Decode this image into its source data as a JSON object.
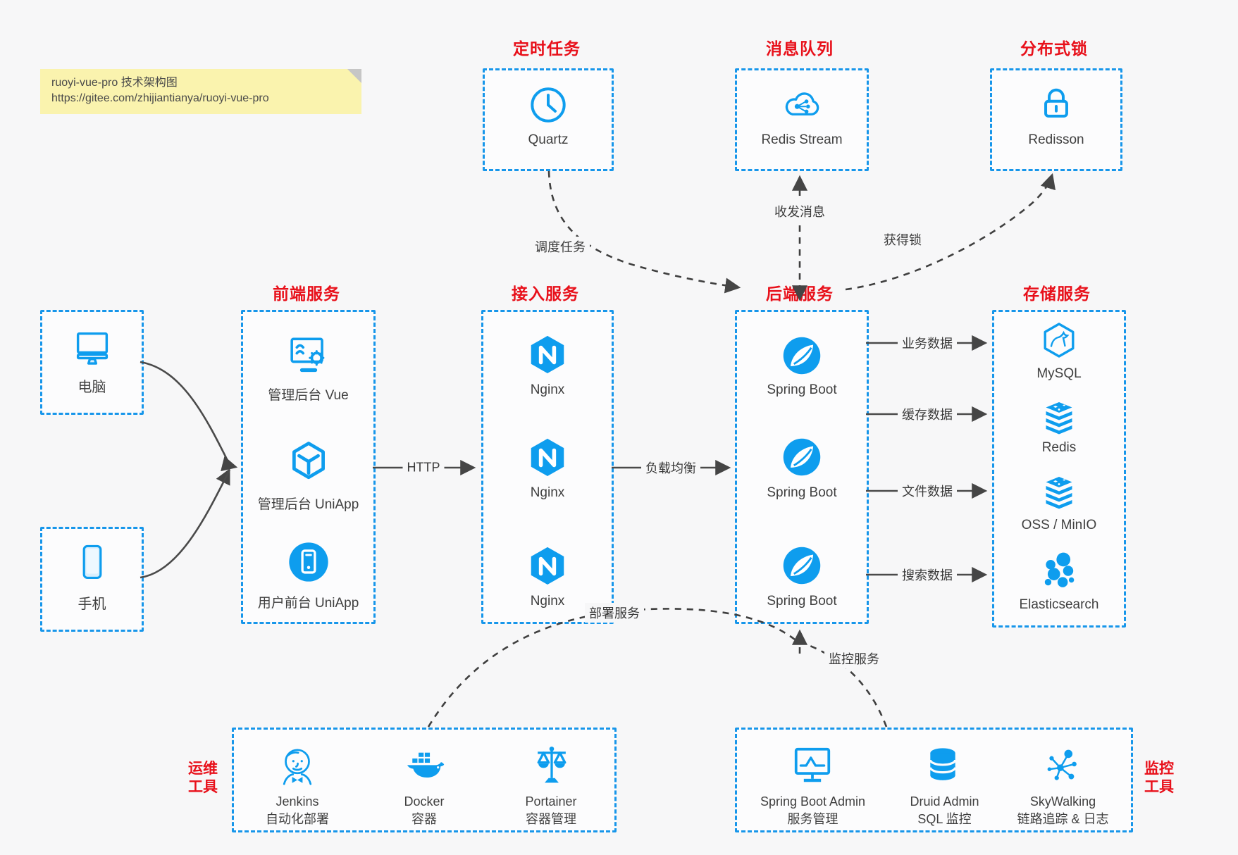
{
  "note": {
    "line1": "ruoyi-vue-pro 技术架构图",
    "line2": "https://gitee.com/zhijiantianya/ruoyi-vue-pro"
  },
  "colors": {
    "box_border_blue": "#1796ea",
    "icon_blue": "#0e9dee",
    "heading_red": "#e8101a",
    "connector_dark": "#454545",
    "note_yellow": "#faf3ae",
    "background": "#f7f7f8"
  },
  "clients": {
    "computer_label": "电脑",
    "phone_label": "手机"
  },
  "groups": {
    "scheduler": {
      "title": "定时任务",
      "item": "Quartz"
    },
    "queue": {
      "title": "消息队列",
      "item": "Redis Stream"
    },
    "lock": {
      "title": "分布式锁",
      "item": "Redisson"
    },
    "frontend": {
      "title": "前端服务",
      "items": [
        "管理后台 Vue",
        "管理后台 UniApp",
        "用户前台 UniApp"
      ]
    },
    "gateway": {
      "title": "接入服务",
      "items": [
        "Nginx",
        "Nginx",
        "Nginx"
      ]
    },
    "backend": {
      "title": "后端服务",
      "items": [
        "Spring Boot",
        "Spring Boot",
        "Spring Boot"
      ]
    },
    "storage": {
      "title": "存储服务",
      "items": [
        "MySQL",
        "Redis",
        "OSS / MinIO",
        "Elasticsearch"
      ]
    },
    "ops": {
      "title_line1": "运维",
      "title_line2": "工具",
      "items": [
        {
          "name": "Jenkins",
          "desc": "自动化部署"
        },
        {
          "name": "Docker",
          "desc": "容器"
        },
        {
          "name": "Portainer",
          "desc": "容器管理"
        }
      ]
    },
    "monitoring": {
      "title_line1": "监控",
      "title_line2": "工具",
      "items": [
        {
          "name": "Spring Boot Admin",
          "desc": "服务管理"
        },
        {
          "name": "Druid Admin",
          "desc": "SQL 监控"
        },
        {
          "name": "SkyWalking",
          "desc": "链路追踪 & 日志"
        }
      ]
    }
  },
  "edges": {
    "http": "HTTP",
    "load_balance": "负载均衡",
    "business_data": "业务数据",
    "cache_data": "缓存数据",
    "file_data": "文件数据",
    "search_data": "搜索数据",
    "schedule_task": "调度任务",
    "send_receive_message": "收发消息",
    "acquire_lock": "获得锁",
    "deploy_service": "部署服务",
    "monitor_service": "监控服务"
  }
}
